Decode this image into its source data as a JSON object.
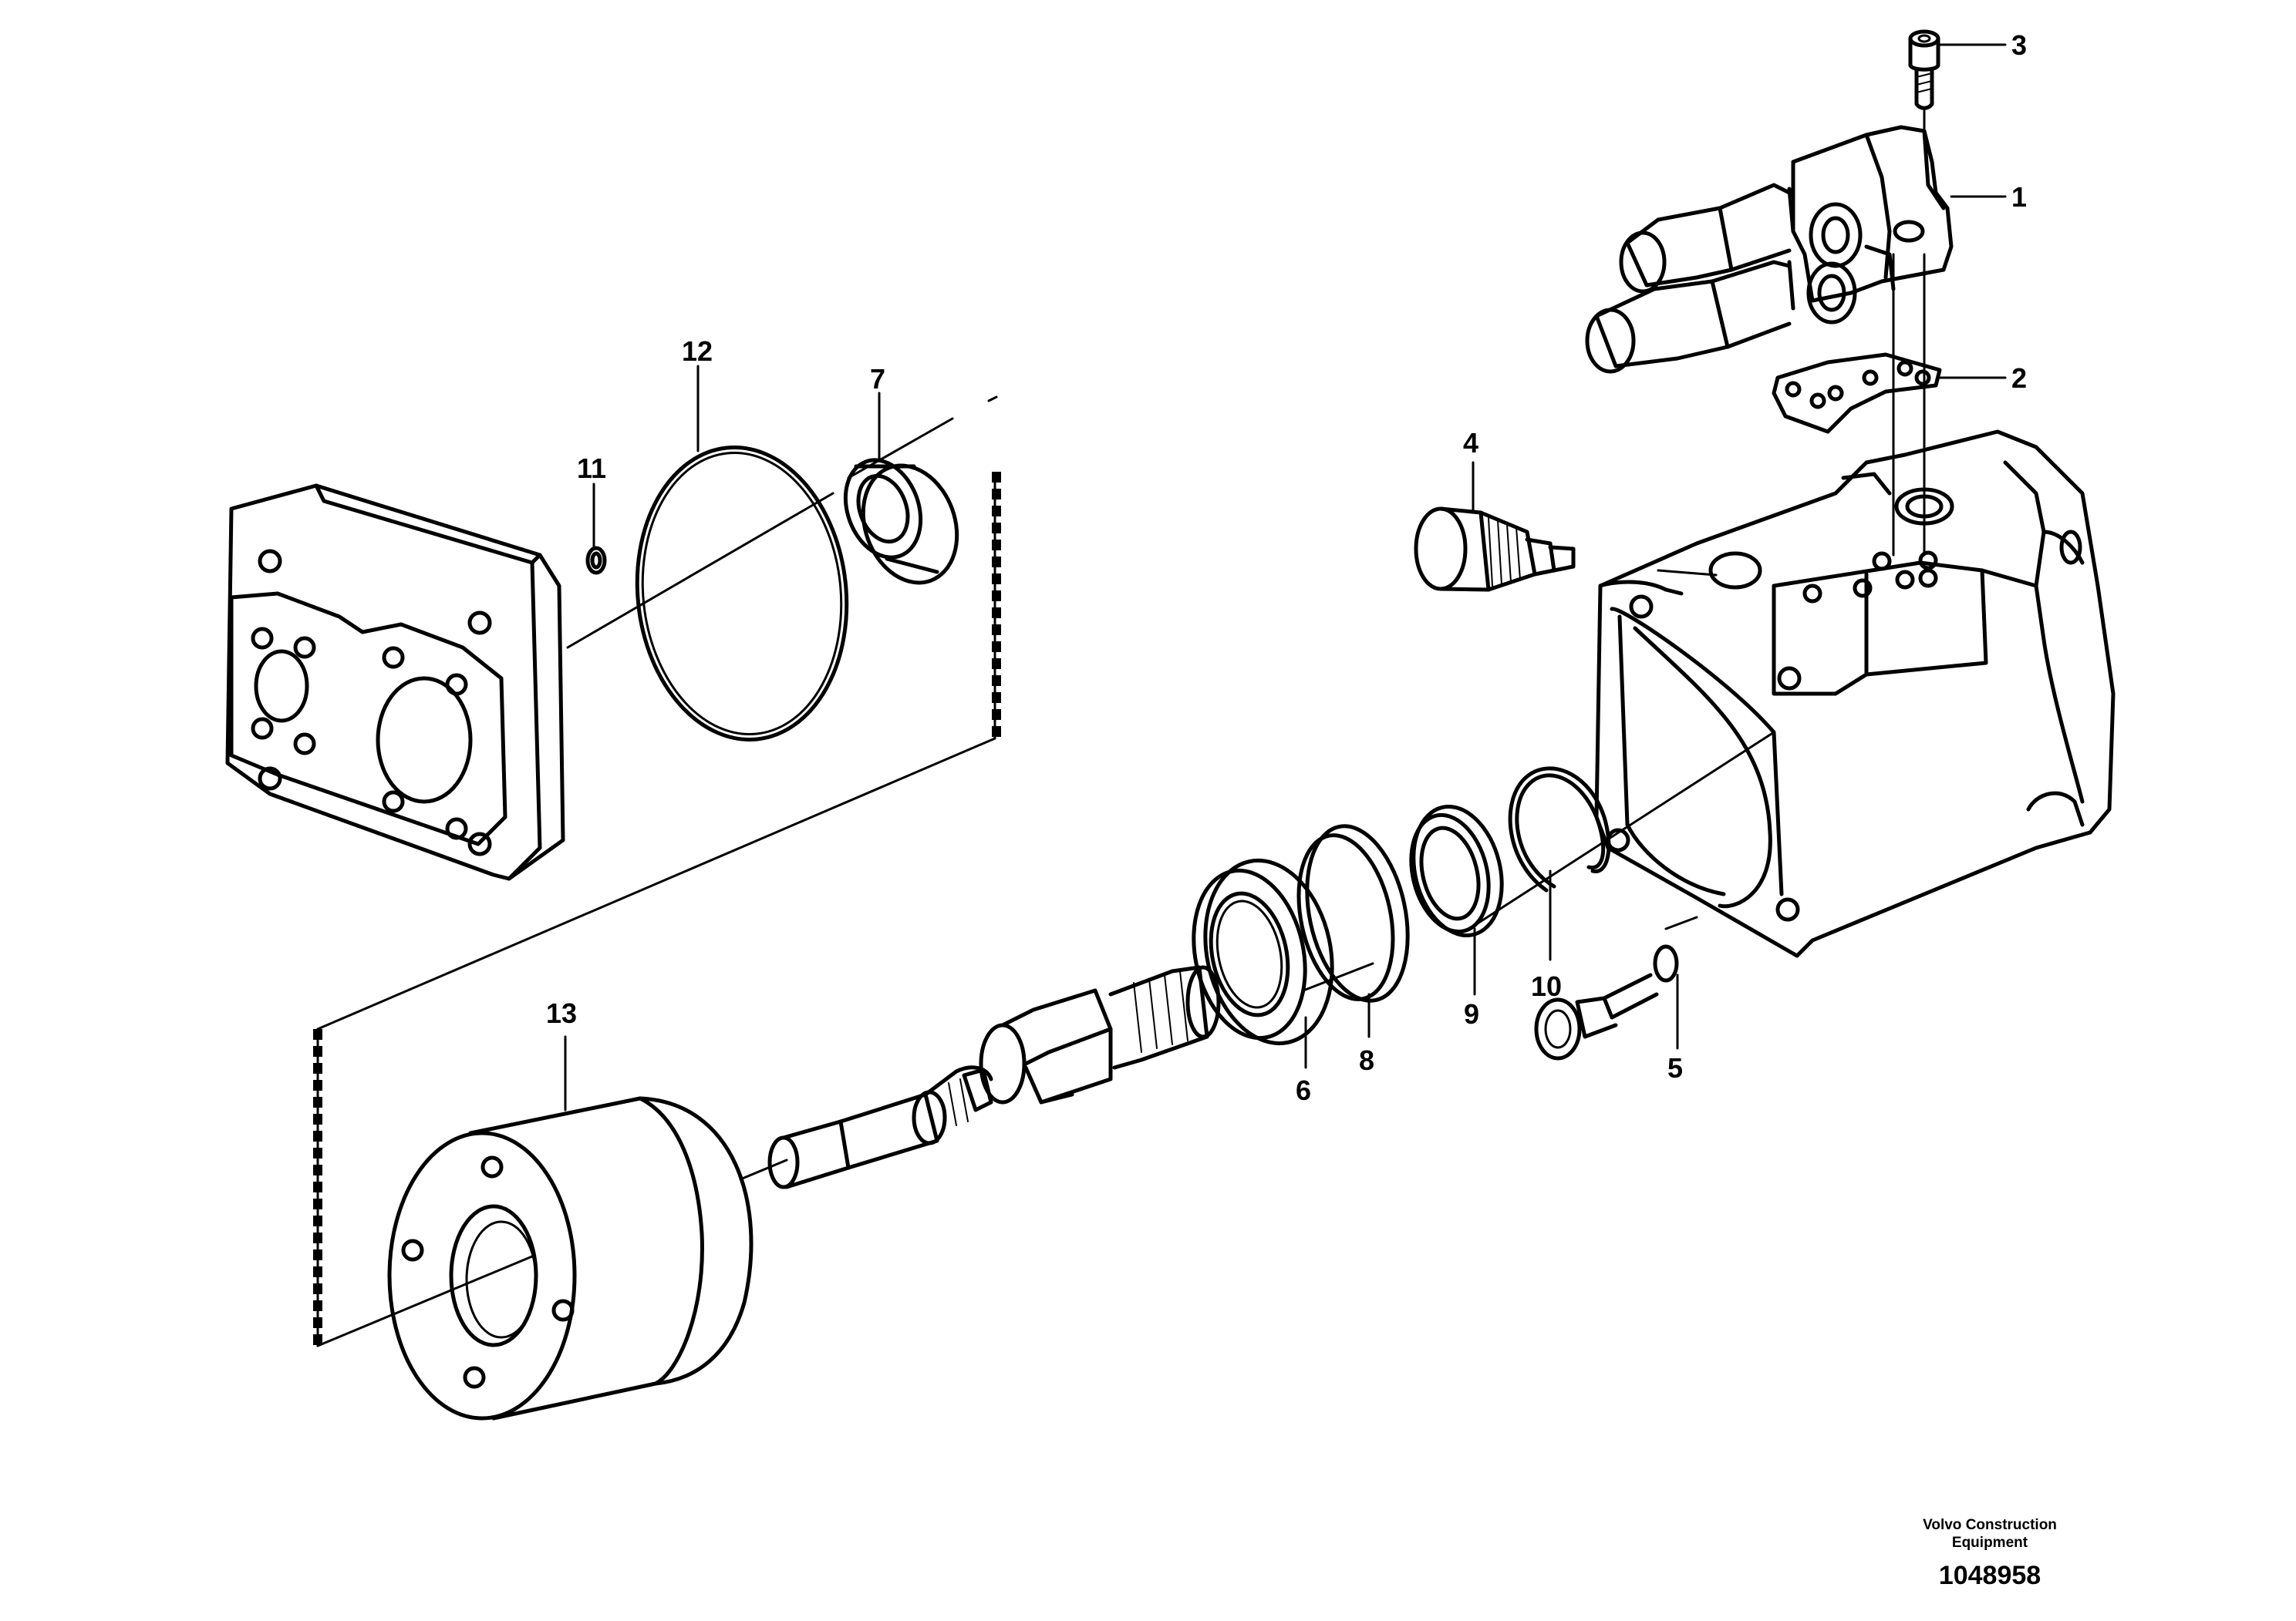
{
  "callouts": {
    "c1": "1",
    "c2": "2",
    "c3": "3",
    "c4": "4",
    "c5": "5",
    "c6": "6",
    "c7": "7",
    "c8": "8",
    "c9": "9",
    "c10": "10",
    "c11": "11",
    "c12": "12",
    "c13": "13"
  },
  "caption": {
    "company_line1": "Volvo Construction",
    "company_line2": "Equipment",
    "drawing_number": "1048958"
  },
  "colors": {
    "line": "#000000",
    "background": "#ffffff",
    "shade": "#bdbdbd"
  }
}
